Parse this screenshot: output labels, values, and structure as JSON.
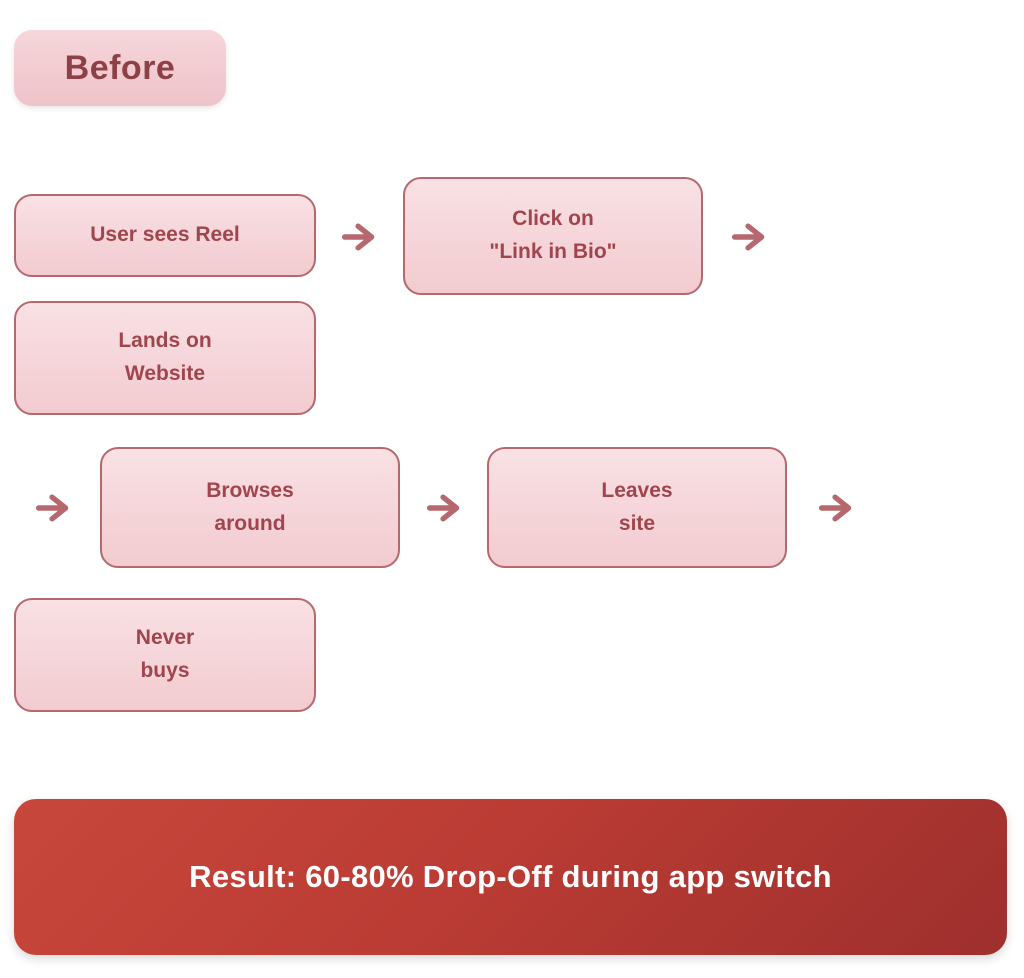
{
  "badge": {
    "label": "Before"
  },
  "flow": {
    "boxes": [
      {
        "label": "User sees Reel"
      },
      {
        "label": "Click on\n\"Link in Bio\""
      },
      {
        "label": "Lands on\nWebsite"
      },
      {
        "label": "Browses\naround"
      },
      {
        "label": "Leaves\nsite"
      },
      {
        "label": "Never\nbuys"
      }
    ]
  },
  "result": {
    "label": "Result: 60-80% Drop-Off during app switch"
  },
  "colors": {
    "box_fill_top": "#f9e1e4",
    "box_fill_bottom": "#f2cbd0",
    "box_border": "#b5696f",
    "box_text": "#a0454d",
    "arrow": "#b5696f",
    "badge_fill": "#f1ccd1",
    "badge_text": "#8d4046",
    "banner_fill": "#b43832",
    "banner_text": "#ffffff"
  }
}
